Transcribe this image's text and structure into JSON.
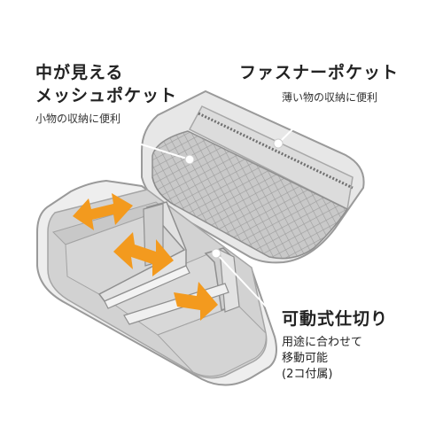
{
  "callouts": {
    "mesh_pocket": {
      "title_line1": "中が見える",
      "title_line2": "メッシュポケット",
      "sub": "小物の収納に便利"
    },
    "zipper_pocket": {
      "title": "ファスナーポケット",
      "sub": "薄い物の収納に便利"
    },
    "divider": {
      "title": "可動式仕切り",
      "sub_line1": "用途に合わせて",
      "sub_line2": "移動可能",
      "sub_line3": "(2コ付属)"
    }
  },
  "colors": {
    "accent_orange": "#f39a1e",
    "case_outer": "#e6e6e6",
    "case_inner": "#cfcfcf",
    "mesh": "#bdbdbd",
    "leader_line": "#ffffff"
  },
  "icons": [
    "double-arrow-icon",
    "right-arrow-icon"
  ]
}
